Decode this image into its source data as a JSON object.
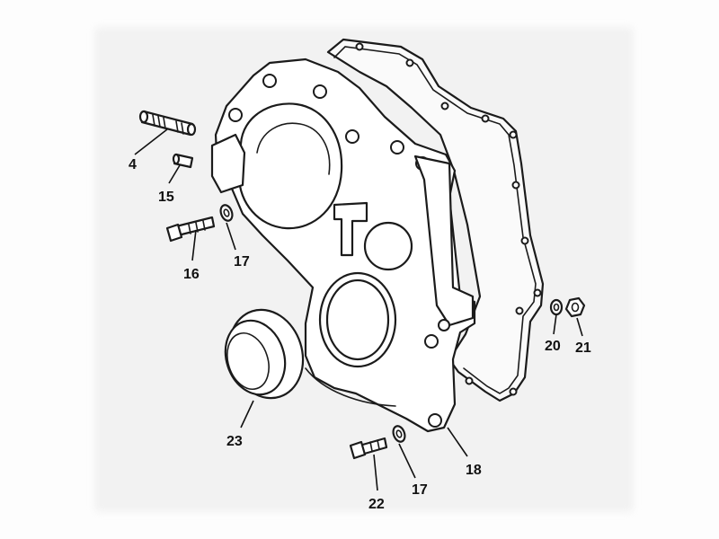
{
  "callouts": {
    "c4": "4",
    "c15": "15",
    "c16": "16",
    "c17a": "17",
    "c17b": "17",
    "c18": "18",
    "c20": "20",
    "c21": "21",
    "c22": "22",
    "c23": "23"
  },
  "colors": {
    "line": "#1b1b1b",
    "background": "#f2f2f2"
  }
}
